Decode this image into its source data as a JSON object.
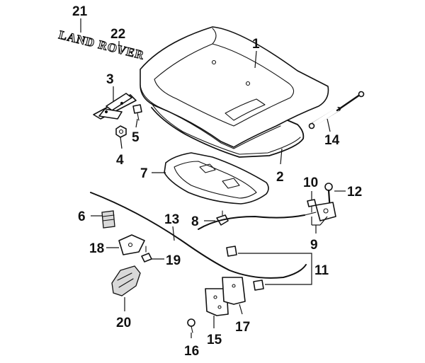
{
  "emblem": {
    "text": "LAND ROVER"
  },
  "callouts": [
    {
      "id": "1",
      "label": "1"
    },
    {
      "id": "2",
      "label": "2"
    },
    {
      "id": "3",
      "label": "3"
    },
    {
      "id": "4",
      "label": "4"
    },
    {
      "id": "5",
      "label": "5"
    },
    {
      "id": "6",
      "label": "6"
    },
    {
      "id": "7",
      "label": "7"
    },
    {
      "id": "8",
      "label": "8"
    },
    {
      "id": "9",
      "label": "9"
    },
    {
      "id": "10",
      "label": "10"
    },
    {
      "id": "11",
      "label": "11"
    },
    {
      "id": "12",
      "label": "12"
    },
    {
      "id": "13",
      "label": "13"
    },
    {
      "id": "14",
      "label": "14"
    },
    {
      "id": "15",
      "label": "15"
    },
    {
      "id": "16",
      "label": "16"
    },
    {
      "id": "17",
      "label": "17"
    },
    {
      "id": "18",
      "label": "18"
    },
    {
      "id": "19",
      "label": "19"
    },
    {
      "id": "20",
      "label": "20"
    },
    {
      "id": "21",
      "label": "21"
    },
    {
      "id": "22",
      "label": "22"
    }
  ]
}
